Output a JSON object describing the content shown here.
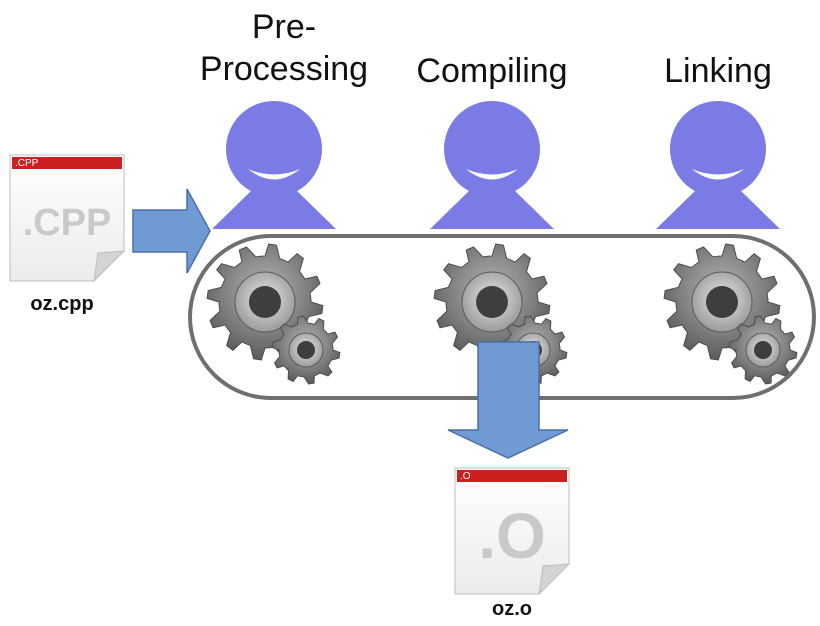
{
  "stages": [
    {
      "id": "preprocessing",
      "label_line1": "Pre-",
      "label_line2": "Processing"
    },
    {
      "id": "compiling",
      "label_line1": "",
      "label_line2": "Compiling"
    },
    {
      "id": "linking",
      "label_line1": "",
      "label_line2": "Linking"
    }
  ],
  "input_file": {
    "tab_label": ".CPP",
    "extension_label": ".CPP",
    "caption": "oz.cpp"
  },
  "output_file": {
    "tab_label": ".O",
    "extension_label": ".O",
    "caption": "oz.o"
  },
  "colors": {
    "person": "#7b7be6",
    "arrow_fill": "#6f9ad3",
    "arrow_stroke": "#4a70a8",
    "belt_stroke": "#6f6f6f",
    "gear": "#7a7a7a",
    "file_tab": "#cc1f1f"
  },
  "icons": {
    "worker": "person-icon",
    "machine": "gear-icon",
    "source_file": "cpp-file-icon",
    "object_file": "object-file-icon",
    "flow": "arrow-icon"
  }
}
